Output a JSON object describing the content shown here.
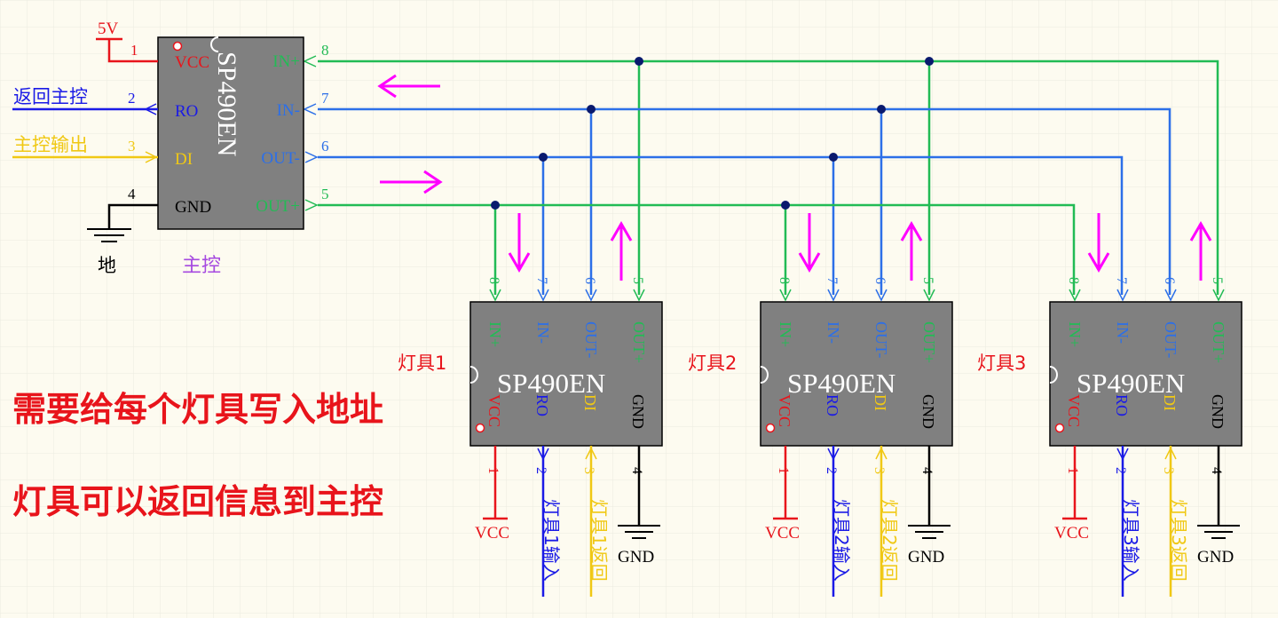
{
  "colors": {
    "background": "#fdfbf0",
    "grid": "#ecebe0",
    "chip_fill": "#808080",
    "chip_border": "#000000",
    "vcc_red": "#e8141b",
    "ro_blue": "#1a1ae6",
    "di_yellow": "#f0c814",
    "gnd_black": "#000000",
    "net8_green": "#22bb55",
    "net7_blue": "#2c6fe8",
    "arrow_magenta": "#ff00ff",
    "label_purple": "#a64ae0",
    "annotation_red": "#e8141b",
    "junction": "#0a1a6e"
  },
  "master": {
    "chip_name": "SP490EN",
    "caption": "主控",
    "supply_label": "5V",
    "ground_label": "地",
    "left_pins": [
      {
        "num": "1",
        "name": "VCC"
      },
      {
        "num": "2",
        "name": "RO"
      },
      {
        "num": "3",
        "name": "DI"
      },
      {
        "num": "4",
        "name": "GND"
      }
    ],
    "right_pins": [
      {
        "num": "8",
        "name": "IN+"
      },
      {
        "num": "7",
        "name": "IN-"
      },
      {
        "num": "6",
        "name": "OUT-"
      },
      {
        "num": "5",
        "name": "OUT+"
      }
    ],
    "port_return": "返回主控",
    "port_output": "主控输出"
  },
  "lamps": [
    {
      "label": "灯具1",
      "chip_name": "SP490EN",
      "vcc_label": "VCC",
      "gnd_label": "GND",
      "input_label": "灯具1输入",
      "return_label": "灯具1返回"
    },
    {
      "label": "灯具2",
      "chip_name": "SP490EN",
      "vcc_label": "VCC",
      "gnd_label": "GND",
      "input_label": "灯具2输入",
      "return_label": "灯具2返回"
    },
    {
      "label": "灯具3",
      "chip_name": "SP490EN",
      "vcc_label": "VCC",
      "gnd_label": "GND",
      "input_label": "灯具3输入",
      "return_label": "灯具3返回"
    }
  ],
  "lamp_top_pins": [
    {
      "num": "8",
      "name": "IN+"
    },
    {
      "num": "7",
      "name": "IN-"
    },
    {
      "num": "6",
      "name": "OUT-"
    },
    {
      "num": "5",
      "name": "OUT+"
    }
  ],
  "lamp_bottom_pins": [
    {
      "num": "1",
      "name": "VCC"
    },
    {
      "num": "2",
      "name": "RO"
    },
    {
      "num": "3",
      "name": "DI"
    },
    {
      "num": "4",
      "name": "GND"
    }
  ],
  "notes": [
    "需要给每个灯具写入地址",
    "灯具可以返回信息到主控"
  ]
}
